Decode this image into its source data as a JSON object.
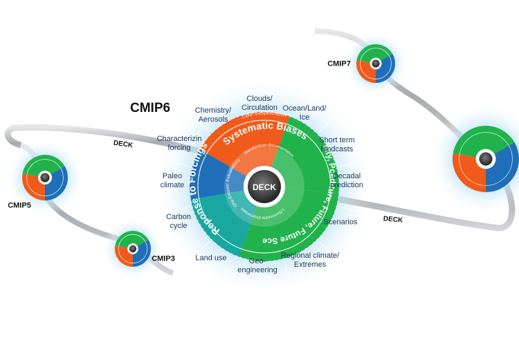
{
  "title": "CMIP6",
  "center": "DECK",
  "ring_labels": {
    "top": "Systematic Biases",
    "left": "Reponse to Forcings",
    "right": "Variability, Pcediture, Future, Future Scerarios"
  },
  "inner_arc_labels": {
    "outer": "CMIP's-expertmertin",
    "inner_top": "Standardzon documentation",
    "inner_left": "Ghp-Eststxtn' Evaualtations",
    "inner_bottom": "ML/Sxmmetrw doomwtation"
  },
  "topics": [
    "Clouds/\nCirculation",
    "Ocean/Land/\nIce",
    "Short term\nhindcasts",
    "Decadal\nprediction",
    "Scenarios",
    "Regional climate/\nExtremes",
    "Geo-\nengineering",
    "Land use",
    "Carbon\ncycle",
    "Paleo\nclimate",
    "Characterizin\nforcing",
    "Chemistry/\nAerosols"
  ],
  "phases": [
    "CMIP3",
    "CMIP5",
    "CMIP7"
  ],
  "band_labels": [
    "DECK",
    "DECK"
  ],
  "colors": {
    "text": "#1d3557",
    "band": "#b5b8bc",
    "center": "#3a3a3a",
    "wedge_orange": "#f05a1a",
    "wedge_green": "#22b24c",
    "wedge_blue": "#1f6fb8",
    "wedge_teal": "#1aa7a0"
  }
}
